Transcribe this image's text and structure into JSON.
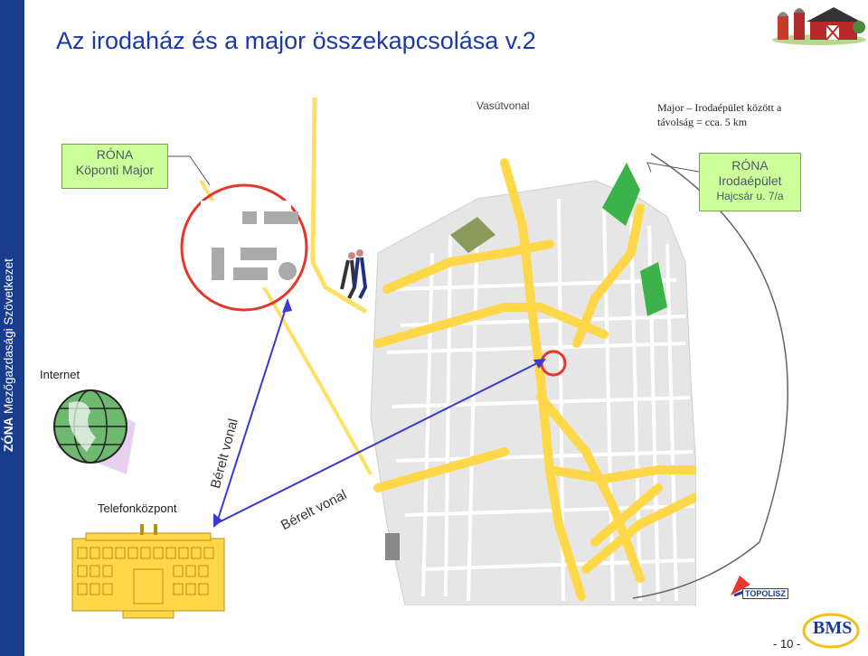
{
  "sidebar": {
    "brand": "ZÓNA",
    "subtitle": "Mezőgazdasági Szövetkezet"
  },
  "title": "Az irodaház és a major összekapcsolása v.2",
  "labels": {
    "vasutvonal": "Vasútvonal",
    "distance_line1": "Major – Irodaépület között a",
    "distance_line2": "távolság = cca. 5 km",
    "internet": "Internet",
    "telefonkozpont": "Telefonközpont",
    "berelt_vonal_1": "Bérelt vonal",
    "berelt_vonal_2": "Bérelt vonal",
    "page_number": "- 10 -"
  },
  "boxes": {
    "major": {
      "line1": "RÓNA",
      "line2": "Köponti Major"
    },
    "iroda": {
      "line1": "RÓNA",
      "line2": "Irodaépület",
      "line3": "Hajcsár u. 7/a"
    }
  },
  "logos": {
    "topolisz": "TOPOLISZ",
    "bms": "BMS"
  },
  "colors": {
    "title": "#1b3aa8",
    "sidebar": "#1a3c8c",
    "box_fill": "#ccff99",
    "road": "#ffd84a",
    "circle": "#e02020",
    "link": "#3a3ad0"
  }
}
